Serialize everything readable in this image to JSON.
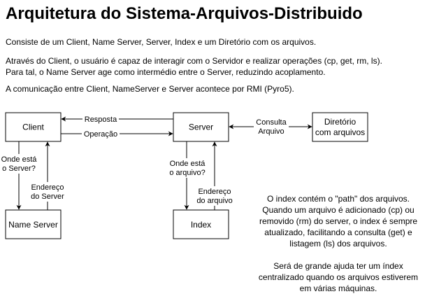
{
  "title": "Arquitetura do Sistema-Arquivos-Distribuido",
  "intro": {
    "p1": "Consiste de um Client, Name Server, Server, Index e um Diretório com os arquivos.",
    "p2_line1": "Através do Client, o usuário é capaz de interagir com o Servidor e realizar operações (cp, get, rm, ls).",
    "p2_line2": "Para tal, o Name Server age como intermédio entre o Server, reduzindo acoplamento.",
    "p3": "A comunicação entre Client, NameServer e Server acontece por RMI (Pyro5)."
  },
  "boxes": {
    "client": "Client",
    "server": "Server",
    "directory_line1": "Diretório",
    "directory_line2": "com arquivos",
    "name_server": "Name Server",
    "index": "Index"
  },
  "edges": {
    "resposta": "Resposta",
    "operacao": "Operação",
    "consulta_line1": "Consulta",
    "consulta_line2": "Arquivo",
    "onde_server_line1": "Onde está",
    "onde_server_line2": "o Server?",
    "endereco_server_line1": "Endereço",
    "endereco_server_line2": "do Server",
    "onde_arquivo_line1": "Onde está",
    "onde_arquivo_line2": "o arquivo?",
    "endereco_arquivo_line1": "Endereço",
    "endereco_arquivo_line2": "do arquivo"
  },
  "note": {
    "lines_a": [
      "O index contém o \"path\" dos arquivos.",
      "Quando um arquivo é adicionado (cp) ou",
      "removido (rm) do server, o index é sempre",
      "atualizado, facilitando a consulta (get) e",
      "listagem (ls) dos arquivos."
    ],
    "lines_b": [
      "Será de grande ajuda ter um índex",
      "centralizado quando os arquivos estiverem",
      "em várias máquinas."
    ]
  },
  "colors": {
    "stroke": "#000000",
    "background": "#ffffff"
  }
}
